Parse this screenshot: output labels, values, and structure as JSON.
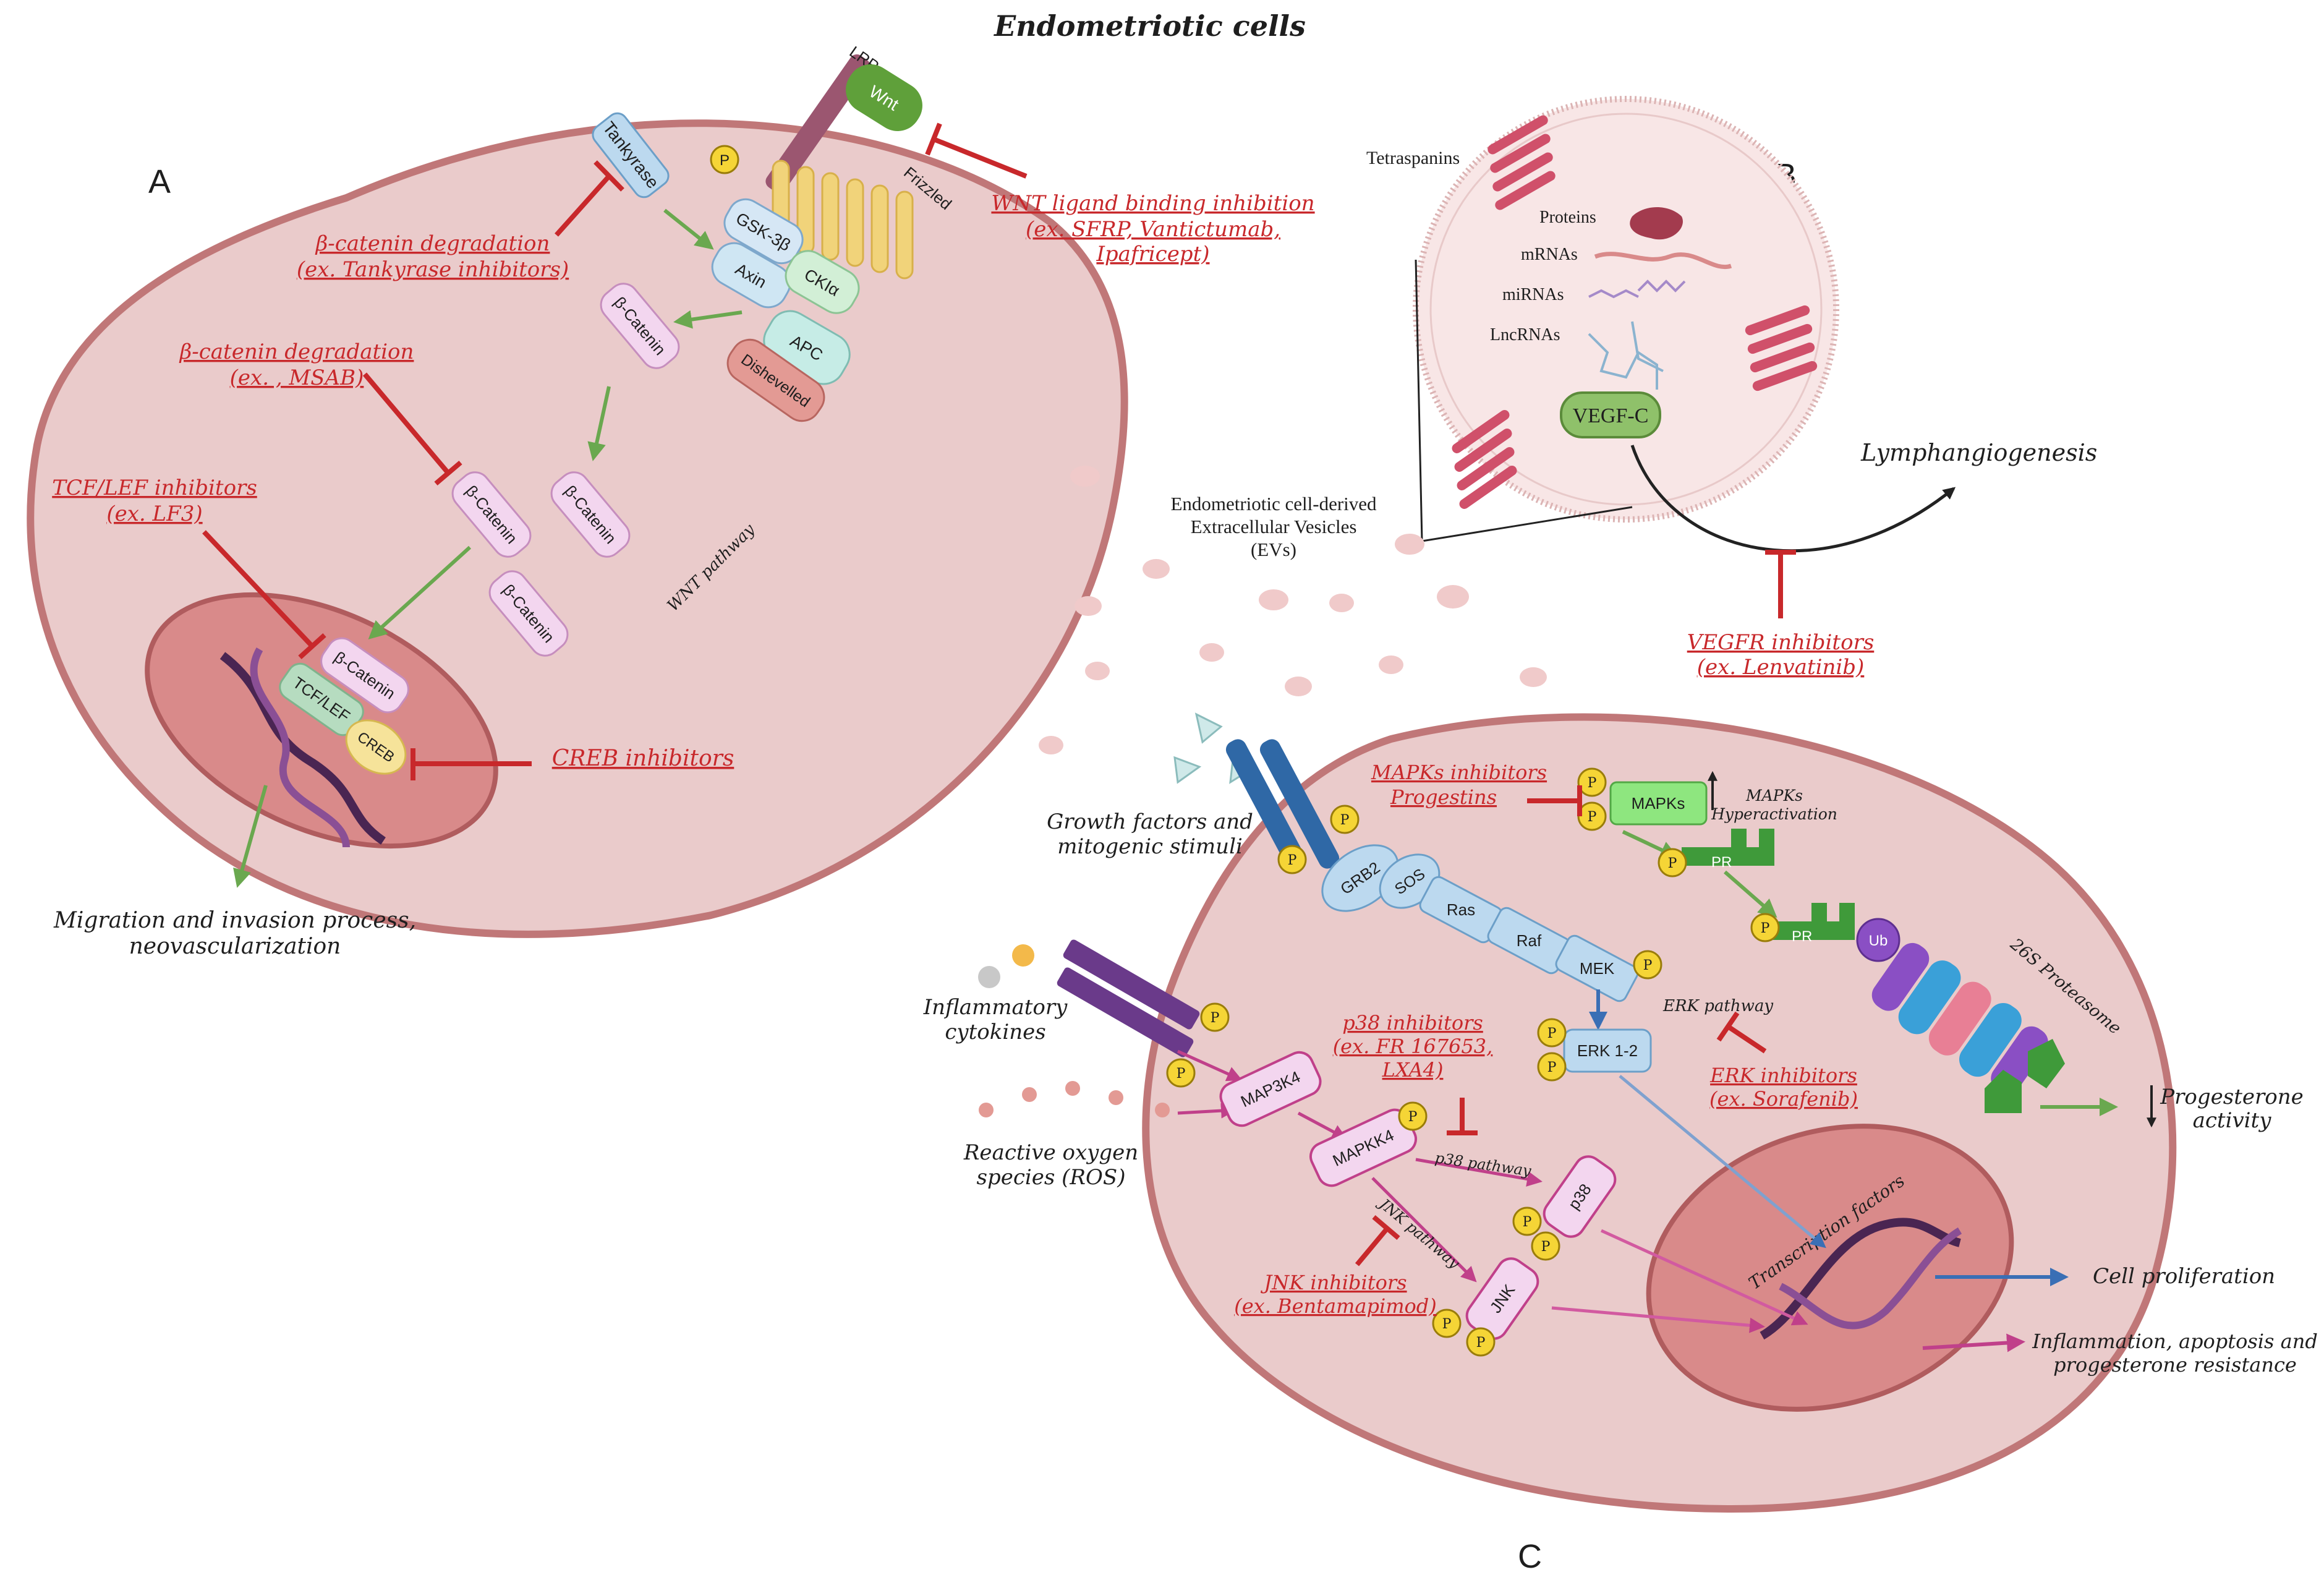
{
  "title": "Endometriotic cells",
  "panels": {
    "a": "A",
    "b": "B",
    "c": "C"
  },
  "panel_a": {
    "proteins": {
      "lrp": "LRP",
      "wnt": "Wnt",
      "frizzled": "Frizzled",
      "tankyrase": "Tankyrase",
      "gsk3b": "GSK-3β",
      "axin": "Axin",
      "ck1a": "CKIα",
      "apc": "APC",
      "dishevelled": "Dishevelled",
      "beta_catenin": "β-Catenin",
      "tcf_lef": "TCF/LEF",
      "creb": "CREB",
      "p": "P"
    },
    "pathway_label": "WNT pathway",
    "inhibitors": {
      "wnt_binding": [
        "WNT ligand binding inhibition",
        "(ex. SFRP, Vantictumab,",
        "Ipafricept)"
      ],
      "tankyrase": [
        "β-catenin degradation",
        "(ex. Tankyrase inhibitors)"
      ],
      "msab": [
        "β-catenin degradation",
        "(ex. , MSAB)"
      ],
      "tcf_lef": [
        "TCF/LEF inhibitors",
        "(ex. LF3)"
      ],
      "creb": "CREB inhibitors"
    },
    "outcome": [
      "Migration and invasion process,",
      "neovascularization"
    ]
  },
  "panel_b": {
    "tetraspanins": "Tetraspanins",
    "cargo": [
      "Proteins",
      "mRNAs",
      "miRNAs",
      "LncRNAs"
    ],
    "vegf": "VEGF-C",
    "ev_label": [
      "Endometriotic cell-derived",
      "Extracellular Vesicles",
      "(EVs)"
    ],
    "lymph": "Lymphangiogenesis",
    "inhibitor": [
      "VEGFR inhibitors",
      "(ex. Lenvatinib)"
    ]
  },
  "panel_c": {
    "stimuli": {
      "growth": [
        "Growth factors and",
        "mitogenic stimuli"
      ],
      "cytokines": [
        "Inflammatory",
        "cytokines"
      ],
      "ros": [
        "Reactive oxygen",
        "species (ROS)"
      ]
    },
    "proteins": {
      "grb2": "GRB2",
      "sos": "SOS",
      "ras": "Ras",
      "raf": "Raf",
      "mek": "MEK",
      "erk": "ERK 1-2",
      "mapks": "MAPKs",
      "pr": "PR",
      "ub": "Ub",
      "map3k4": "MAP3K4",
      "mapkk4": "MAPKK4",
      "p38": "p38",
      "jnk": "JNK",
      "p": "P"
    },
    "labels": {
      "mapks_hyper": [
        "MAPKs",
        "Hyperactivation"
      ],
      "proteasome": "26S Proteasome",
      "erk_pathway": "ERK pathway",
      "p38_pathway": "p38 pathway",
      "jnk_pathway": "JNK pathway",
      "tf": "Transcription factors"
    },
    "inhibitors": {
      "mapks": [
        "MAPKs inhibitors",
        "Progestins"
      ],
      "p38": [
        "p38 inhibitors",
        "(ex. FR 167653,",
        "LXA4)"
      ],
      "erk": [
        "ERK inhibitors",
        "(ex. Sorafenib)"
      ],
      "jnk": [
        "JNK inhibitors",
        "(ex. Bentamapimod)"
      ]
    },
    "outcomes": {
      "progesterone": [
        "Progesterone",
        "activity"
      ],
      "proliferation": "Cell proliferation",
      "inflammation": [
        "Inflammation, apoptosis and",
        "progesterone resistance"
      ]
    }
  },
  "colors": {
    "cell_fill": "#eacbcb",
    "cell_stroke": "#c07778",
    "nucleus_fill": "#d98a8a",
    "inhibitor_red": "#c8282b",
    "green_arrow": "#6aa84f",
    "blue_arrow": "#3a6fb5",
    "magenta_arrow": "#c0408a"
  }
}
